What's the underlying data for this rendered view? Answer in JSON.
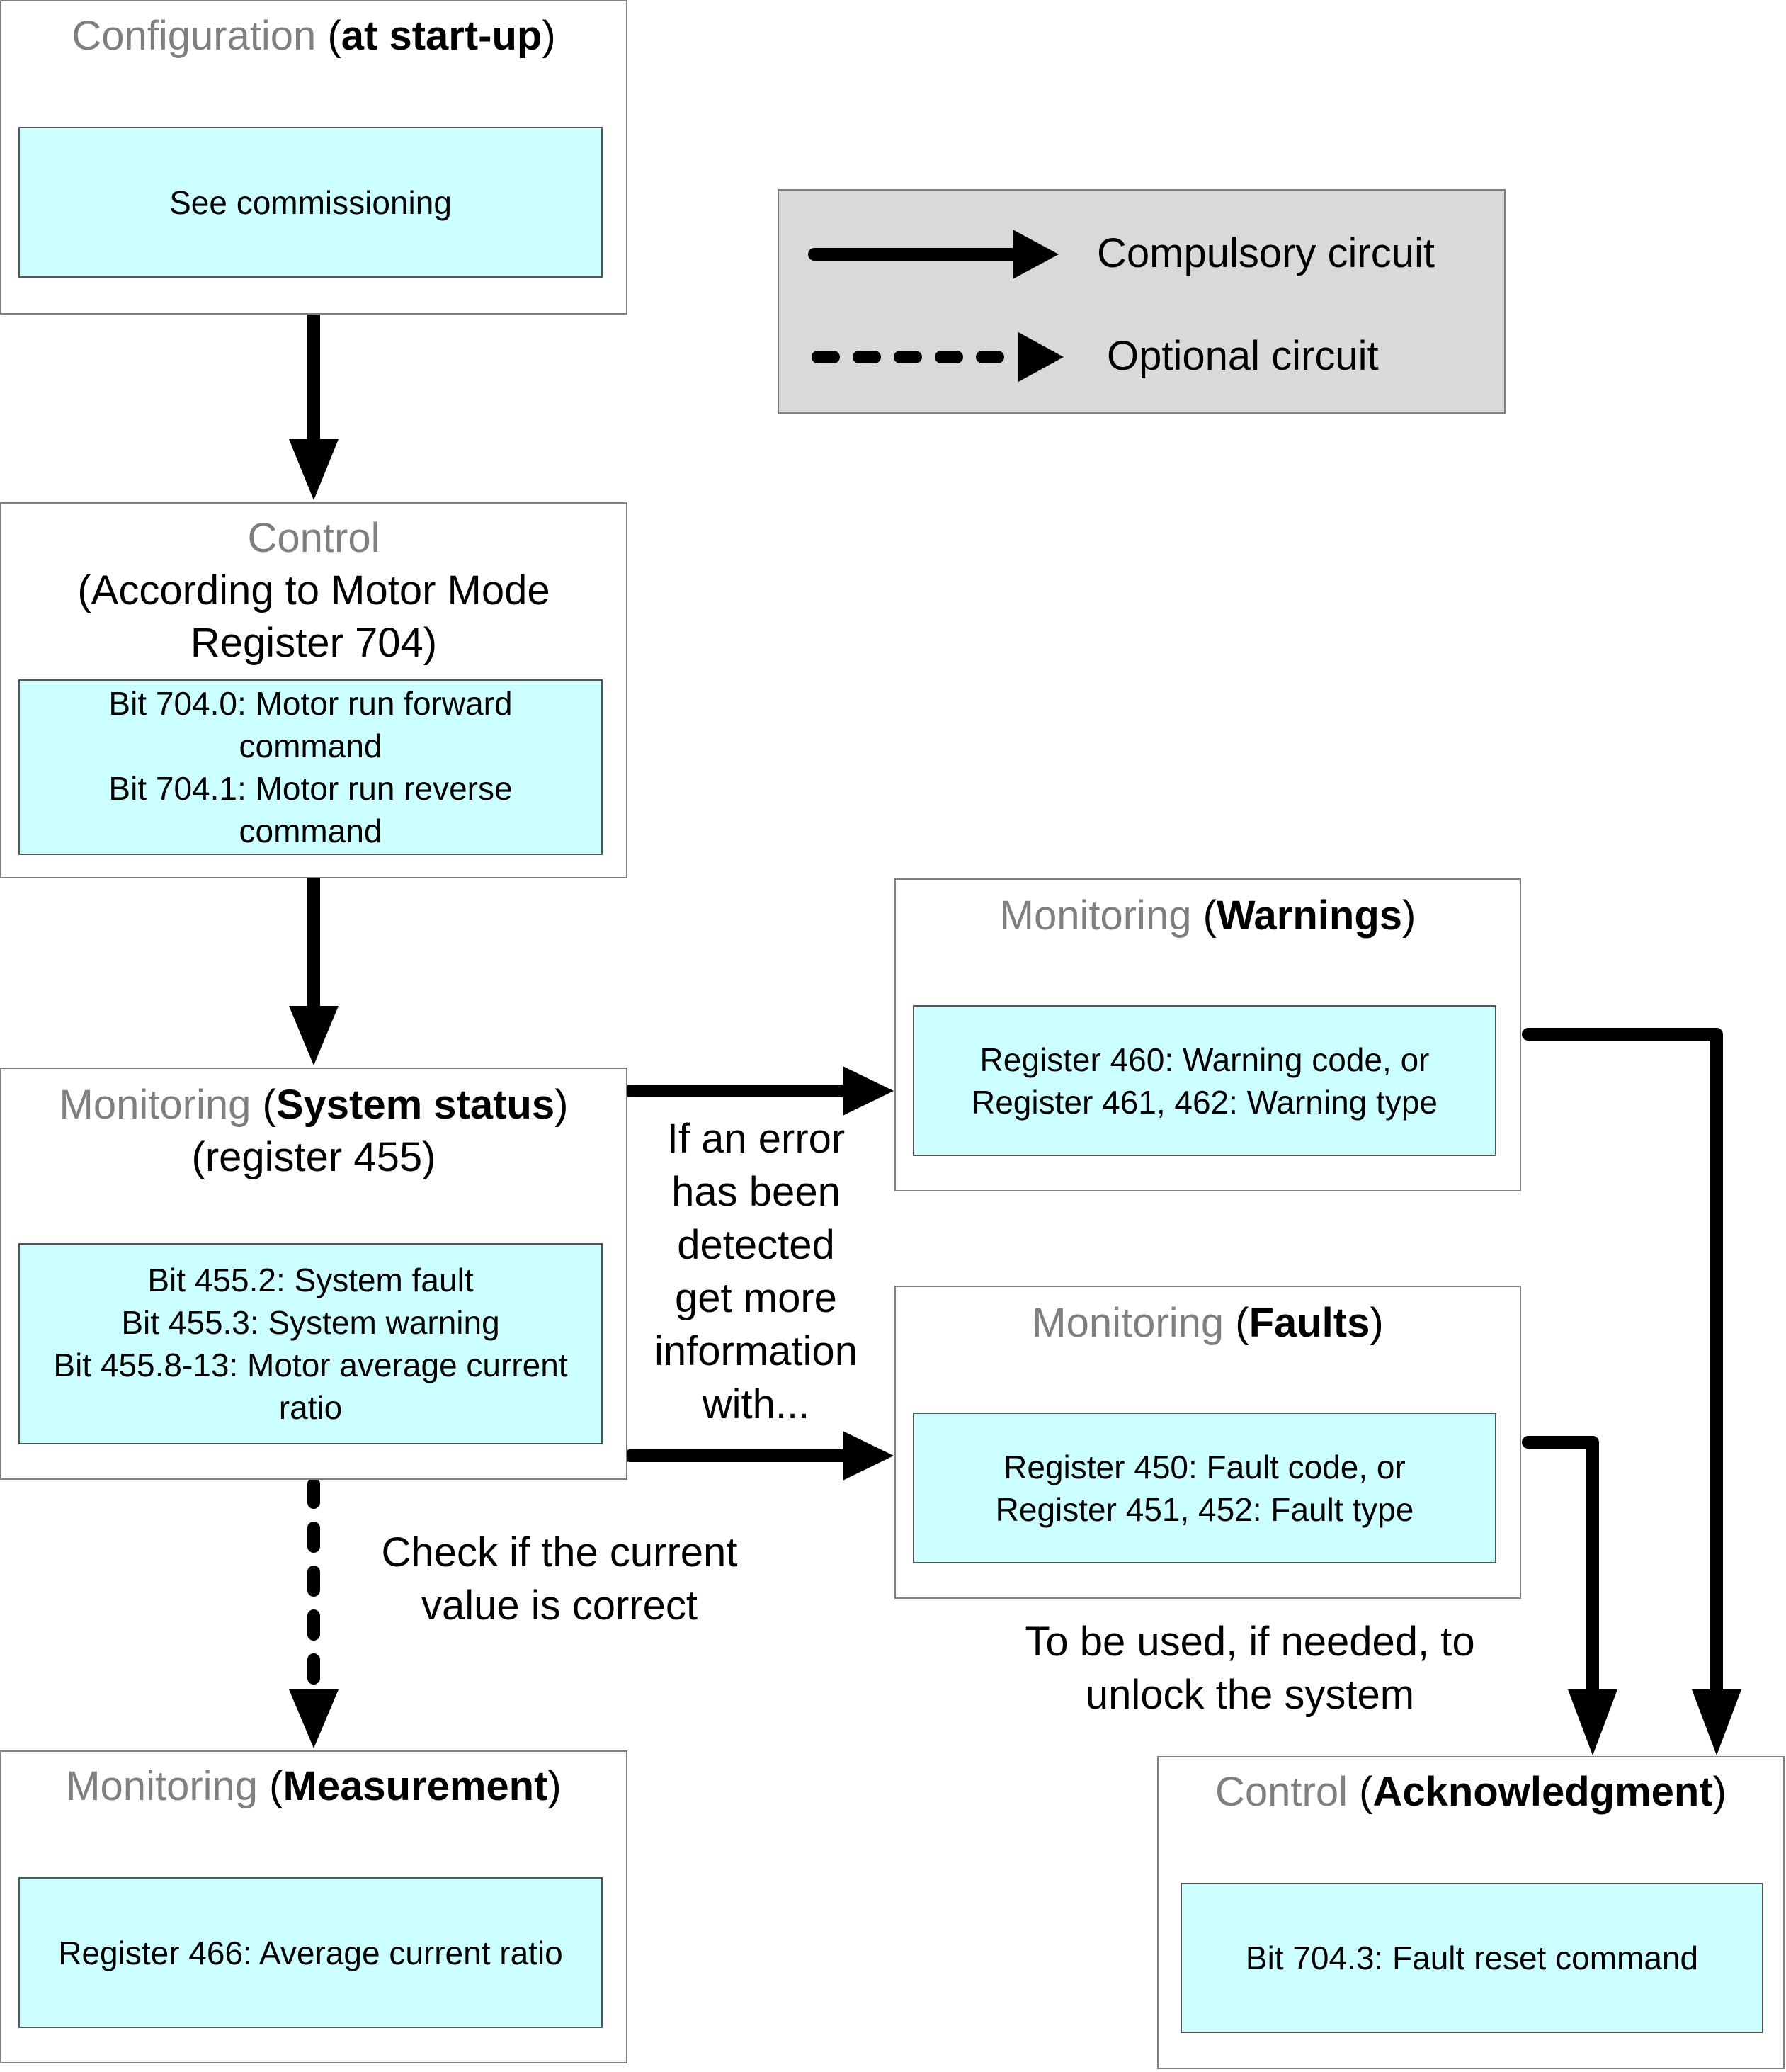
{
  "legend": {
    "compulsory_label": "Compulsory circuit",
    "optional_label": "Optional circuit"
  },
  "boxes": {
    "configuration": {
      "title_gray": "Configuration",
      "title_bold": "at start-up",
      "lines": [
        "See commissioning"
      ]
    },
    "control": {
      "title_gray": "Control",
      "subtitle_lines": [
        "(According to Motor Mode",
        "Register 704)"
      ],
      "lines": [
        "Bit 704.0: Motor run forward",
        "command",
        "Bit 704.1: Motor run reverse",
        "command"
      ]
    },
    "system_status": {
      "title_gray": "Monitoring",
      "title_bold": "System status",
      "subtitle": "(register 455)",
      "lines": [
        "Bit 455.2: System fault",
        "Bit 455.3: System warning",
        "Bit 455.8-13: Motor average current",
        "ratio"
      ]
    },
    "warnings": {
      "title_gray": "Monitoring",
      "title_bold": "Warnings",
      "lines": [
        "Register 460: Warning code, or",
        "Register 461, 462: Warning type"
      ]
    },
    "faults": {
      "title_gray": "Monitoring",
      "title_bold": "Faults",
      "lines": [
        "Register 450: Fault code, or",
        "Register 451, 452: Fault type"
      ]
    },
    "measurement": {
      "title_gray": "Monitoring",
      "title_bold": "Measurement",
      "lines": [
        "Register 466: Average current ratio"
      ]
    },
    "acknowledgment": {
      "title_gray": "Control",
      "title_bold": "Acknowledgment",
      "lines": [
        "Bit 704.3: Fault reset command"
      ]
    }
  },
  "notes": {
    "error_lines": [
      "If an error",
      "has been",
      "detected",
      "get more",
      "information",
      "with..."
    ],
    "check_lines": [
      "Check if the current",
      "value is correct"
    ],
    "unlock_lines": [
      "To be used, if needed, to",
      "unlock the system"
    ]
  },
  "punct": {
    "open": "(",
    "close": ")",
    "space": " "
  }
}
